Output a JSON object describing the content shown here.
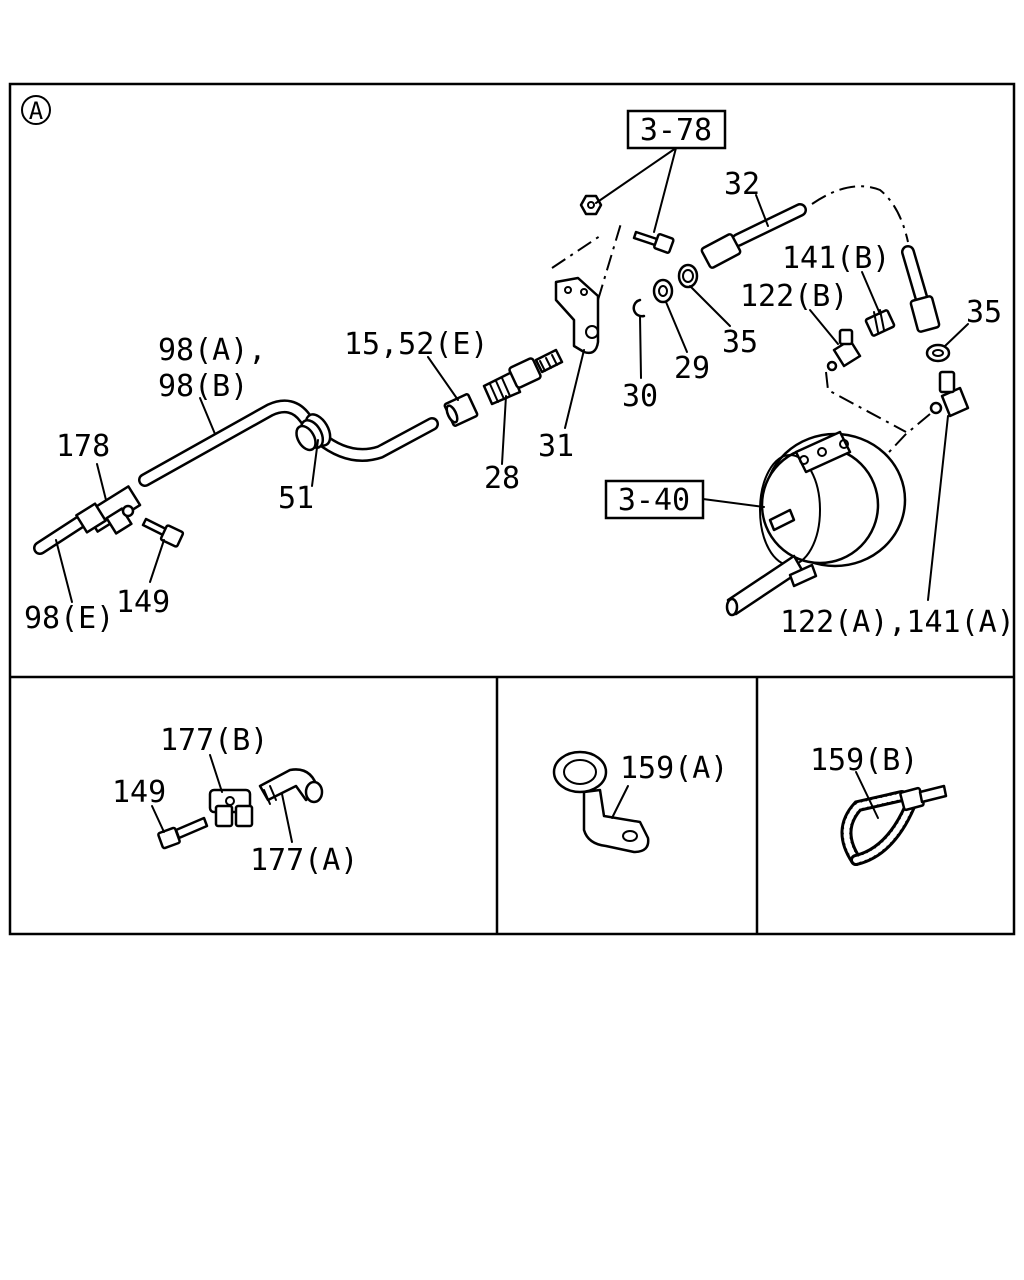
{
  "section_marker": "A",
  "reference_boxes": {
    "ref_3_78": "3-78",
    "ref_3_40": "3-40"
  },
  "callouts": {
    "c_98ab_line1": "98(A),",
    "c_98ab_line2": "98(B)",
    "c_178": "178",
    "c_98e": "98(E)",
    "c_149_main": "149",
    "c_51": "51",
    "c_15_52e": "15,52(E)",
    "c_28": "28",
    "c_31": "31",
    "c_30": "30",
    "c_29": "29",
    "c_35_upper": "35",
    "c_32": "32",
    "c_141b": "141(B)",
    "c_122b": "122(B)",
    "c_35_right": "35",
    "c_122a_141a": "122(A),141(A)",
    "c_177b": "177(B)",
    "c_149_detail": "149",
    "c_177a": "177(A)",
    "c_159a": "159(A)",
    "c_159b": "159(B)"
  }
}
